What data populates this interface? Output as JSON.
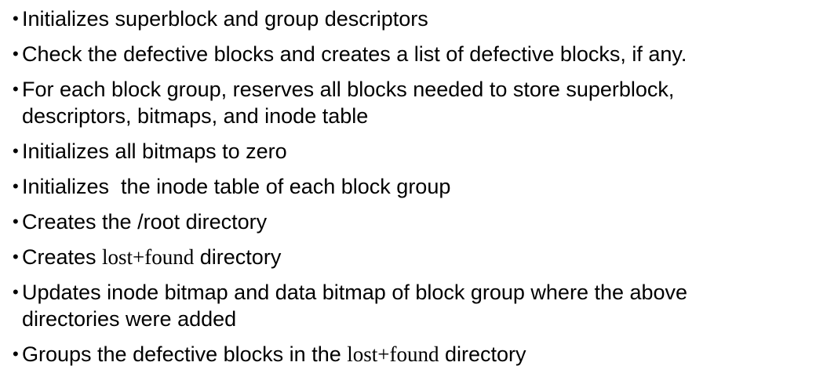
{
  "page": {
    "background_color": "#ffffff",
    "text_color": "#000000",
    "bullet_glyph": "•"
  },
  "bullets": [
    {
      "segments": [
        {
          "style": "sans",
          "text": "Initializes superblock and group descriptors"
        }
      ]
    },
    {
      "segments": [
        {
          "style": "sans",
          "text": "Check the defective blocks and creates a list of defective blocks, if any."
        }
      ]
    },
    {
      "segments": [
        {
          "style": "sans",
          "text": "For each block group, reserves all blocks needed to store superblock,\ndescriptors, bitmaps, and inode table"
        }
      ]
    },
    {
      "segments": [
        {
          "style": "sans",
          "text": "Initializes all bitmaps to zero"
        }
      ]
    },
    {
      "segments": [
        {
          "style": "sans",
          "text": "Initializes  the inode table of each block group"
        }
      ]
    },
    {
      "segments": [
        {
          "style": "sans",
          "text": "Creates the /root directory"
        }
      ]
    },
    {
      "segments": [
        {
          "style": "sans",
          "text": "Creates "
        },
        {
          "style": "serif",
          "text": "lost+found"
        },
        {
          "style": "sans",
          "text": " directory"
        }
      ]
    },
    {
      "segments": [
        {
          "style": "sans",
          "text": "Updates inode bitmap and data bitmap of block group where the above\ndirectories were added"
        }
      ]
    },
    {
      "segments": [
        {
          "style": "sans",
          "text": "Groups the defective blocks in the "
        },
        {
          "style": "serif",
          "text": "lost+found"
        },
        {
          "style": "sans",
          "text": " directory"
        }
      ]
    }
  ]
}
